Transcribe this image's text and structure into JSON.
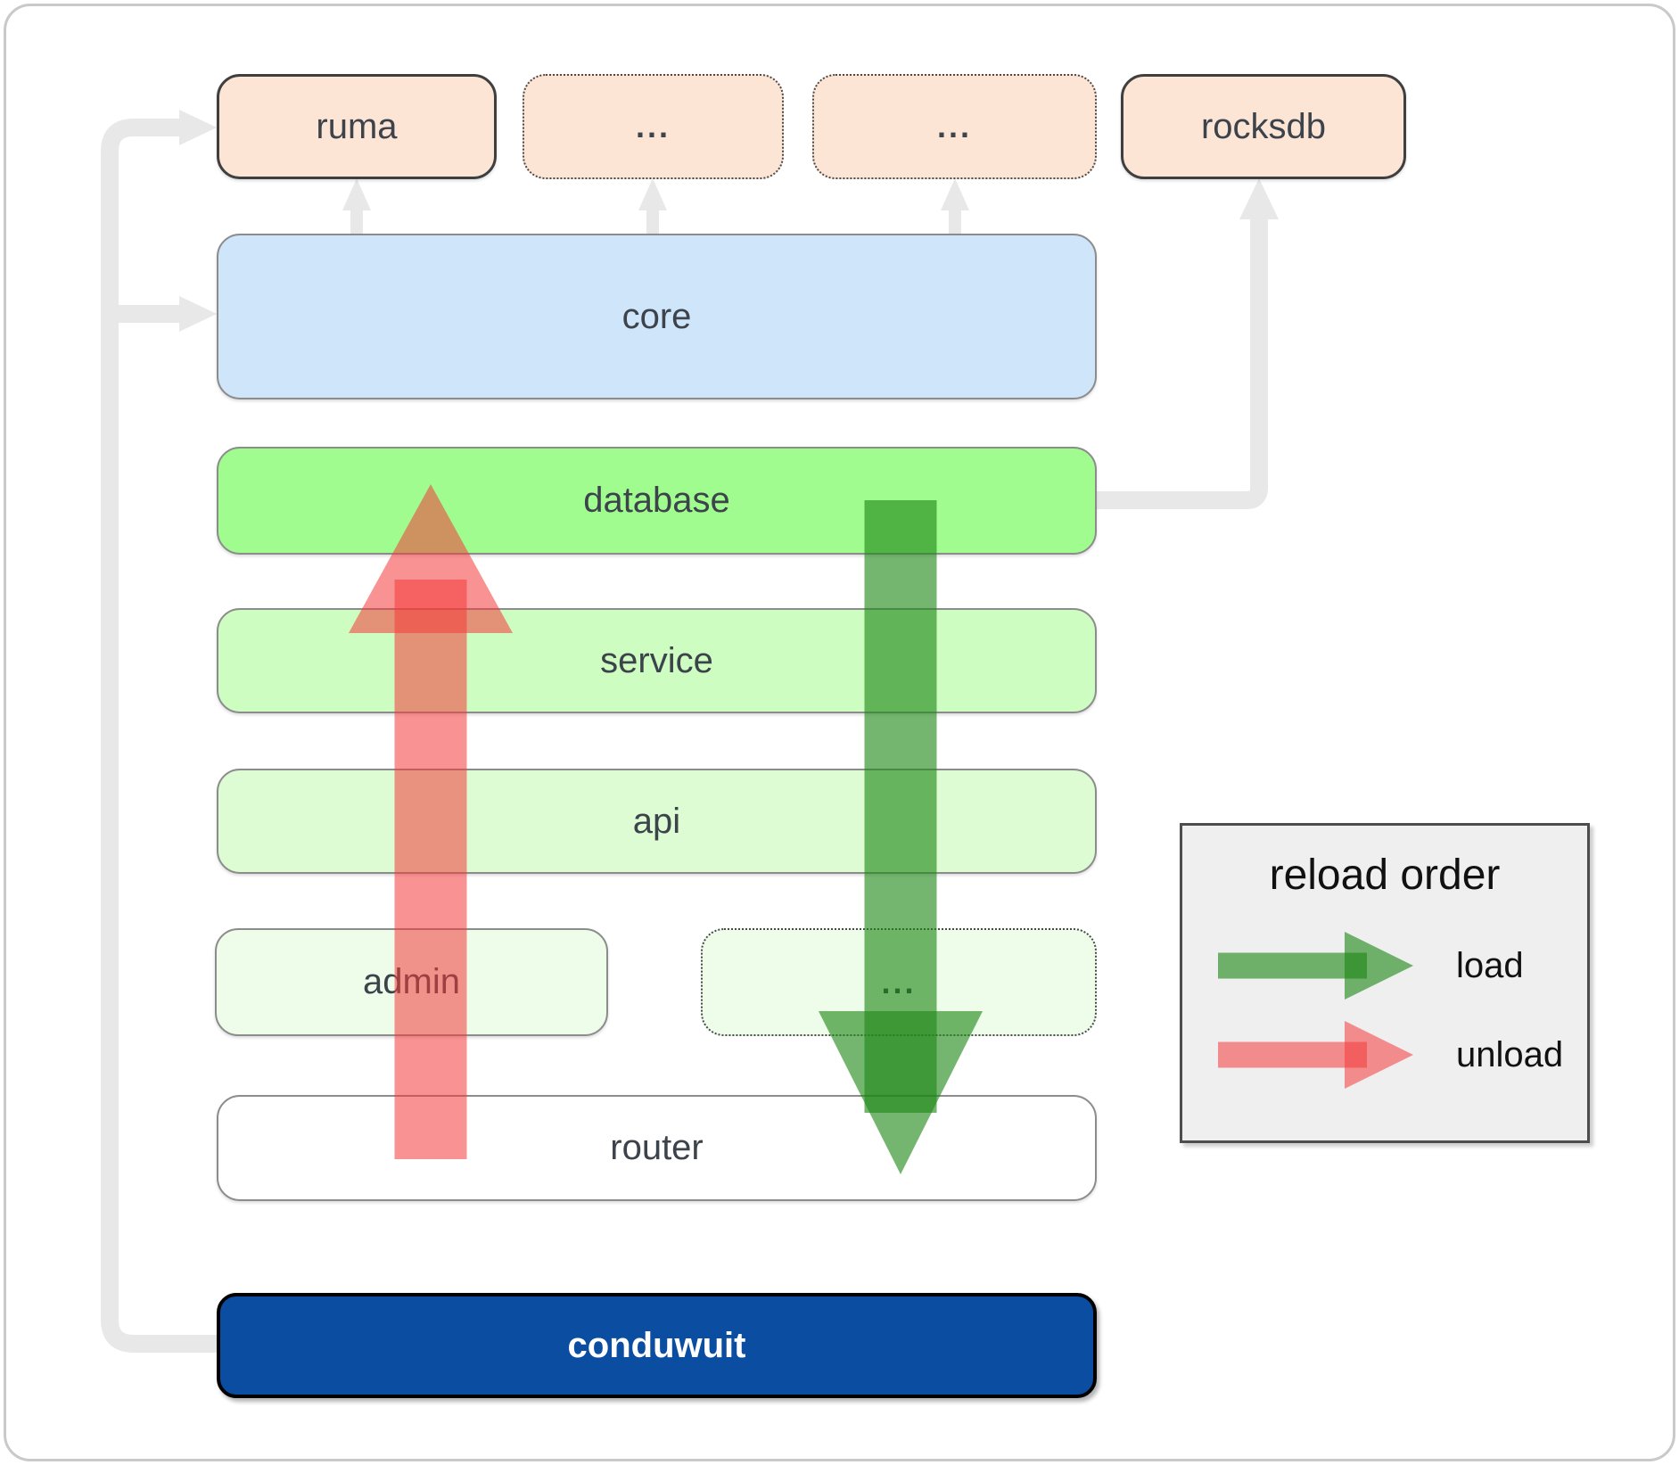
{
  "nodes": {
    "ruma": {
      "label": "ruma"
    },
    "ext1": {
      "label": "..."
    },
    "ext2": {
      "label": "..."
    },
    "rocksdb": {
      "label": "rocksdb"
    },
    "core": {
      "label": "core"
    },
    "database": {
      "label": "database"
    },
    "service": {
      "label": "service"
    },
    "api": {
      "label": "api"
    },
    "admin": {
      "label": "admin"
    },
    "ext3": {
      "label": "..."
    },
    "router": {
      "label": "router"
    },
    "conduwuit": {
      "label": "conduwuit"
    }
  },
  "legend": {
    "title": "reload order",
    "items": [
      {
        "label": "load",
        "color": "#1e8717"
      },
      {
        "label": "unload",
        "color": "#f43b3b"
      }
    ]
  },
  "colors": {
    "external_fill": "#fde5d6",
    "core_fill": "#cfe5fa",
    "database_fill": "#a1fc8f",
    "service_fill": "#cefdc1",
    "api_fill": "#defcd4",
    "admin_fill": "#eefcea",
    "router_fill": "#ffffff",
    "conduwuit_fill": "#0b4da1",
    "connector_gray": "#e8e8e8",
    "load_green": "#1e8717",
    "unload_red": "#f43b3b"
  }
}
